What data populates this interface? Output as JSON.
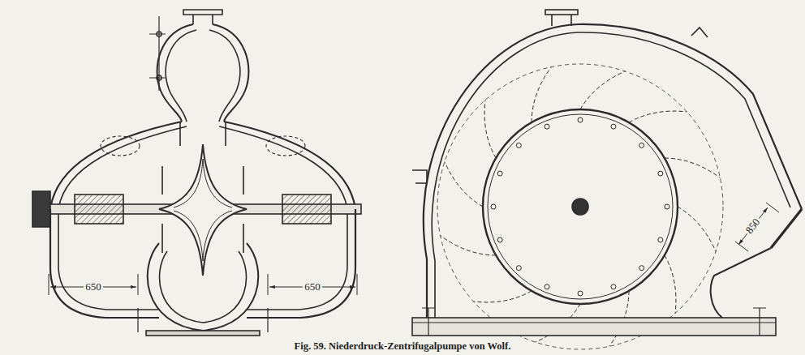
{
  "diagram": {
    "caption": "Fig. 59. Niederdruck-Zentrifugalpumpe von Wolf.",
    "labels": [
      "650",
      "650",
      "850"
    ]
  }
}
